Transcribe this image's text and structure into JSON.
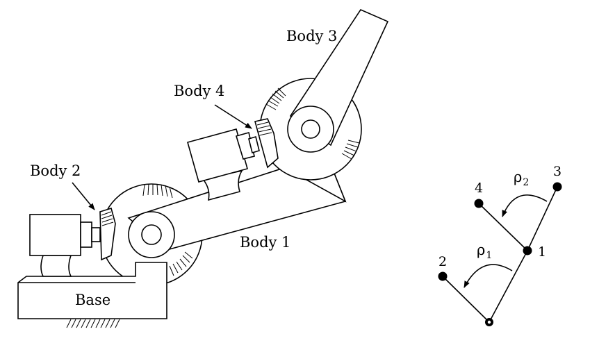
{
  "labels": {
    "base": "Base",
    "body1": "Body 1",
    "body2": "Body 2",
    "body3": "Body 3",
    "body4": "Body 4"
  },
  "graph": {
    "nodes": [
      "1",
      "2",
      "3",
      "4"
    ],
    "angle_symbol": "ρ",
    "angle1_sub": "1",
    "angle2_sub": "2"
  },
  "colors": {
    "ink": "#000000",
    "paper": "#ffffff"
  }
}
